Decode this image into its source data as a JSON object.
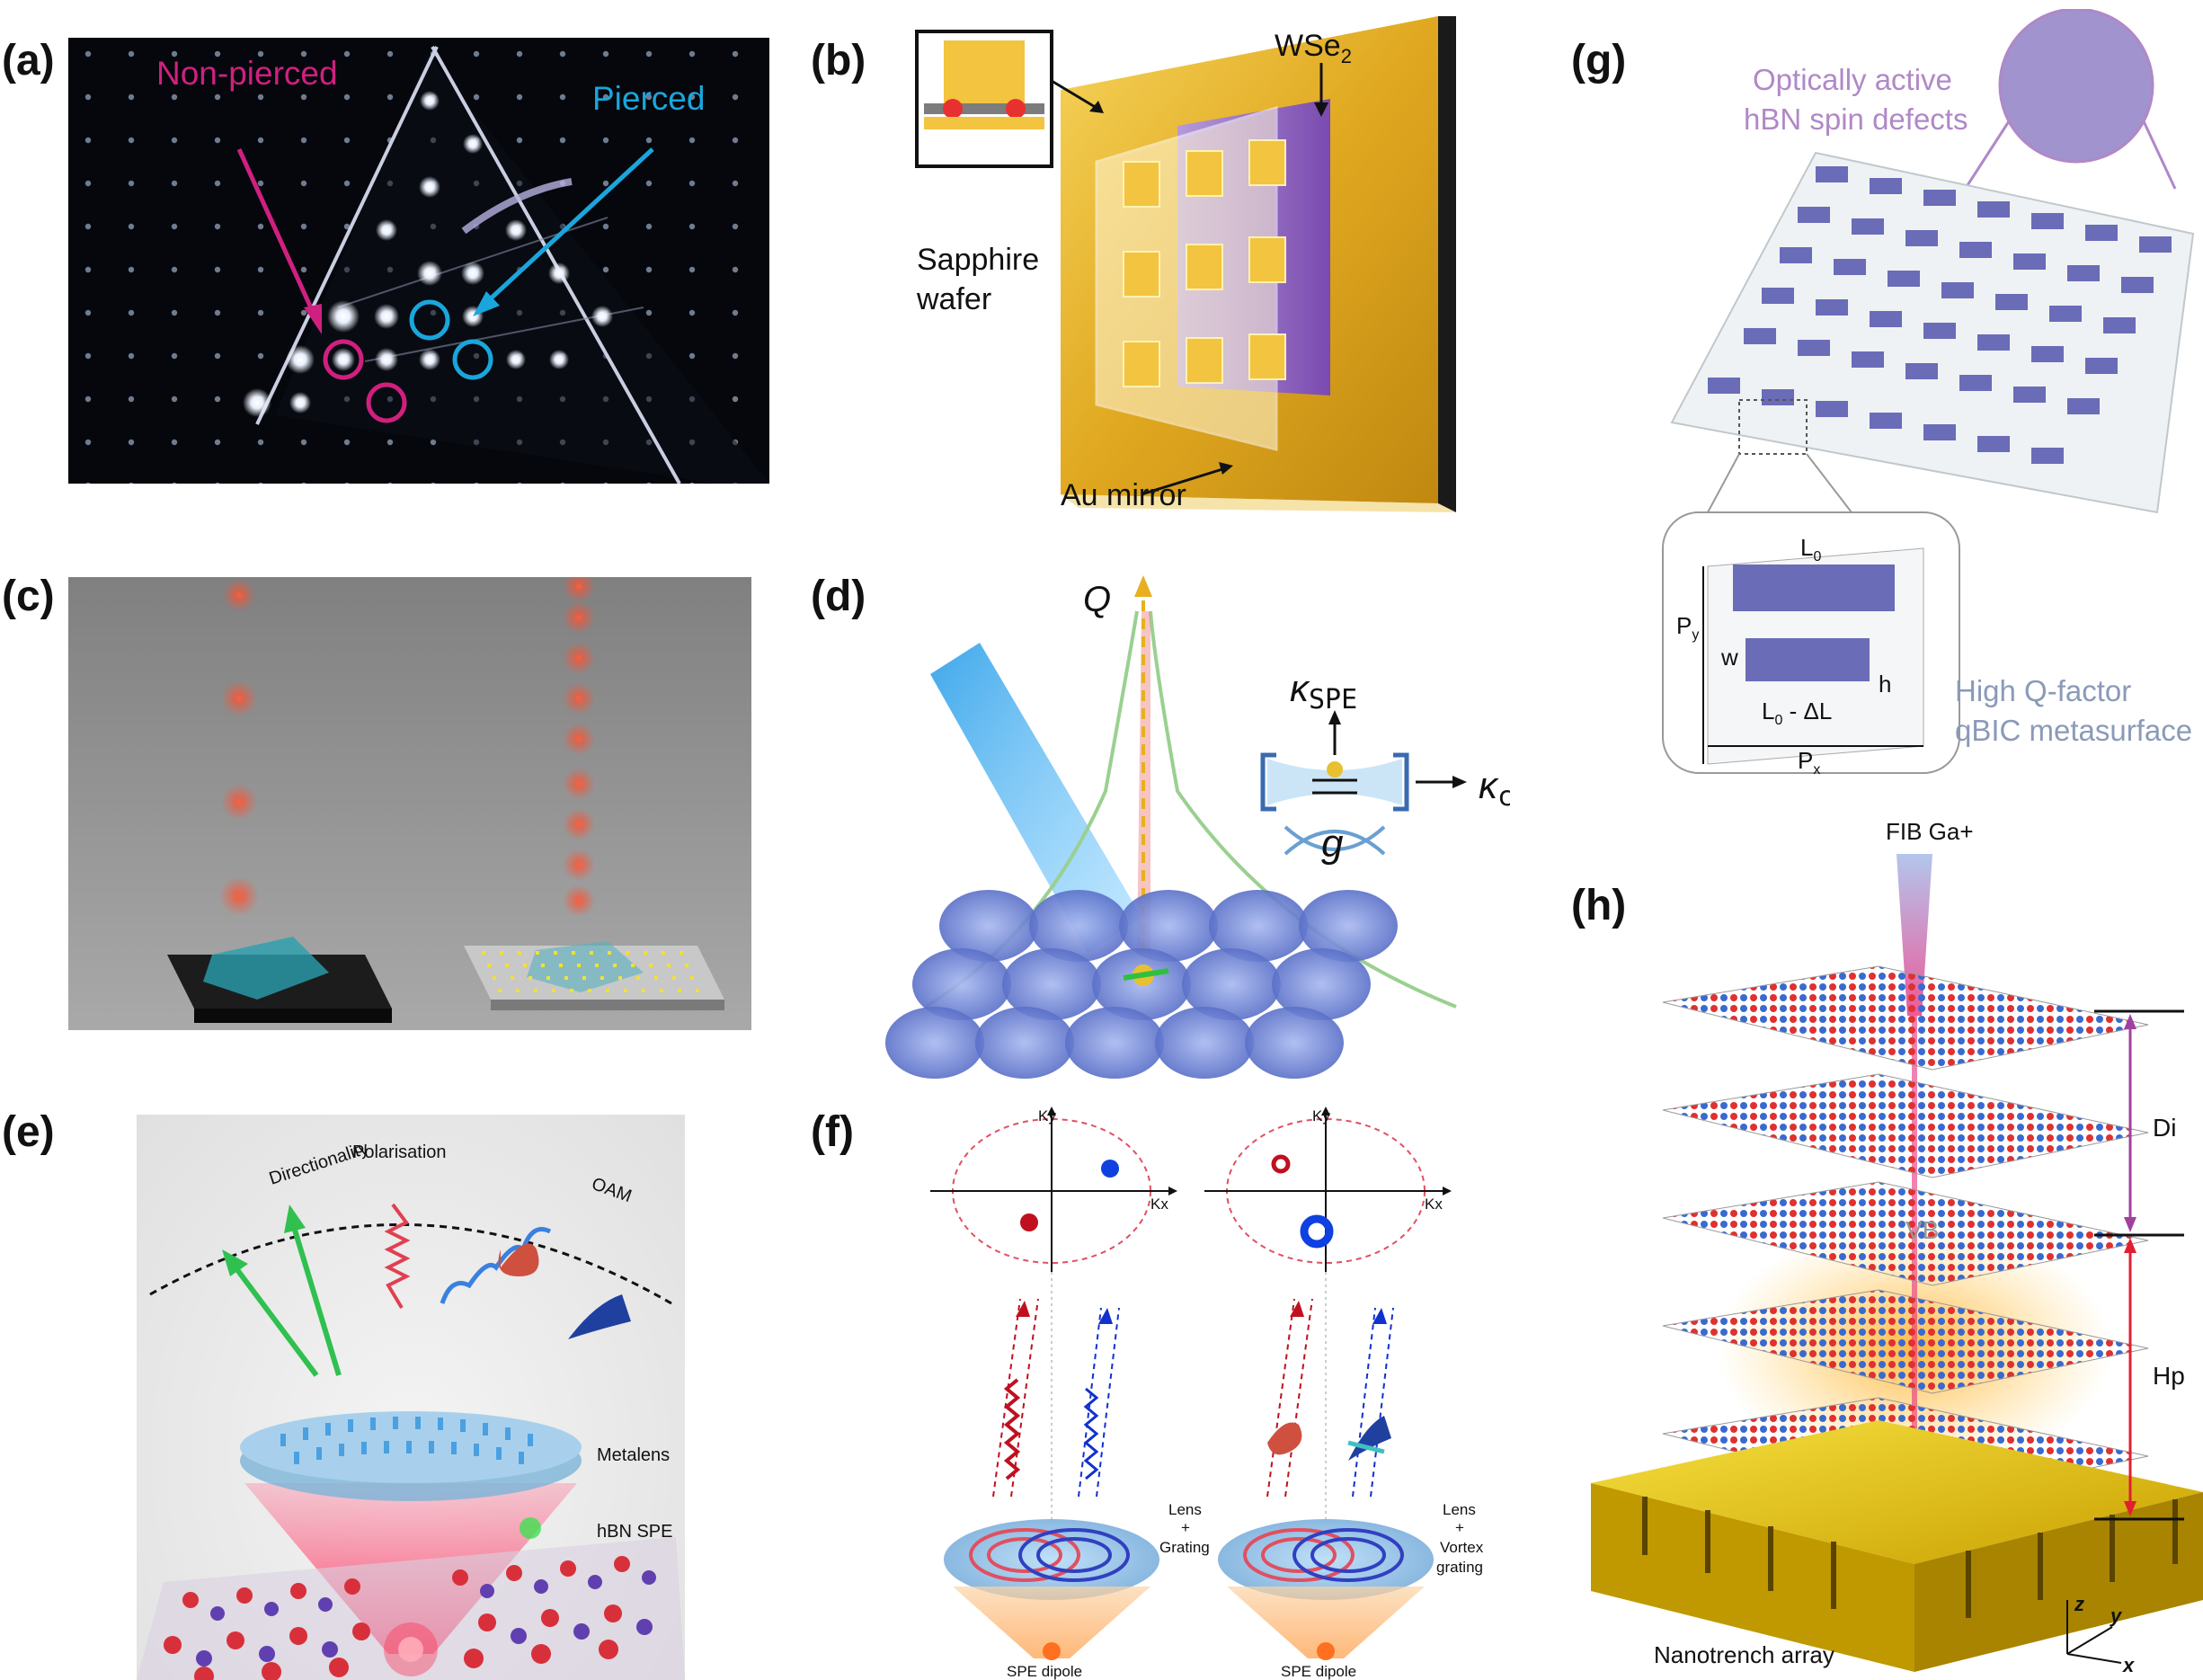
{
  "panel_labels": {
    "a": "(a)",
    "b": "(b)",
    "c": "(c)",
    "d": "(d)",
    "e": "(e)",
    "f": "(f)",
    "g": "(g)",
    "h": "(h)"
  },
  "panel_a": {
    "non_pierced": "Non-pierced",
    "pierced": "Pierced"
  },
  "panel_b": {
    "wse2": "WSe",
    "wse2_sub": "2",
    "sapphire": "Sapphire",
    "wafer": "wafer",
    "au_mirror": "Au mirror"
  },
  "panel_d": {
    "q": "Q",
    "kappa": "κ",
    "spe_sub": "SPE",
    "cav_sub": "cav",
    "g": "g"
  },
  "panel_e": {
    "directionality": "Directionality",
    "polarisation": "Polarisation",
    "oam": "OAM",
    "metalens": "Metalens",
    "hbn_spe": "hBN SPE"
  },
  "panel_f": {
    "ky": "Ky",
    "kx": "Kx",
    "lens": "Lens",
    "plus": "+",
    "grating": "Grating",
    "vortex": "Vortex",
    "grating2": "grating",
    "spe_dipole": "SPE dipole"
  },
  "panel_g": {
    "title1": "Optically active",
    "title2": "hBN spin defects",
    "l0": "L",
    "l0_sub": "0",
    "py": "P",
    "py_sub": "y",
    "w": "w",
    "h": "h",
    "l0dl": "L",
    "l0dl_sub": "0",
    "l0dl_rest": " - ΔL",
    "px": "P",
    "px_sub": "x",
    "hq1": "High Q-factor",
    "hq2": "qBIC metasurface"
  },
  "panel_h": {
    "fib": "FIB Ga+",
    "di": "Di",
    "hp": "Hp",
    "vb": "VB",
    "nanotrench": "Nanotrench array",
    "z": "z",
    "y": "y",
    "x": "x"
  },
  "colors": {
    "magenta": "#d0207f",
    "cyan": "#1aa6dc",
    "gold": "#e0b020",
    "purple": "#7a5ab0",
    "hbn_red": "#d8303a",
    "hbn_blue": "#3a6ad0",
    "metasurface": "#6a6cb8"
  }
}
